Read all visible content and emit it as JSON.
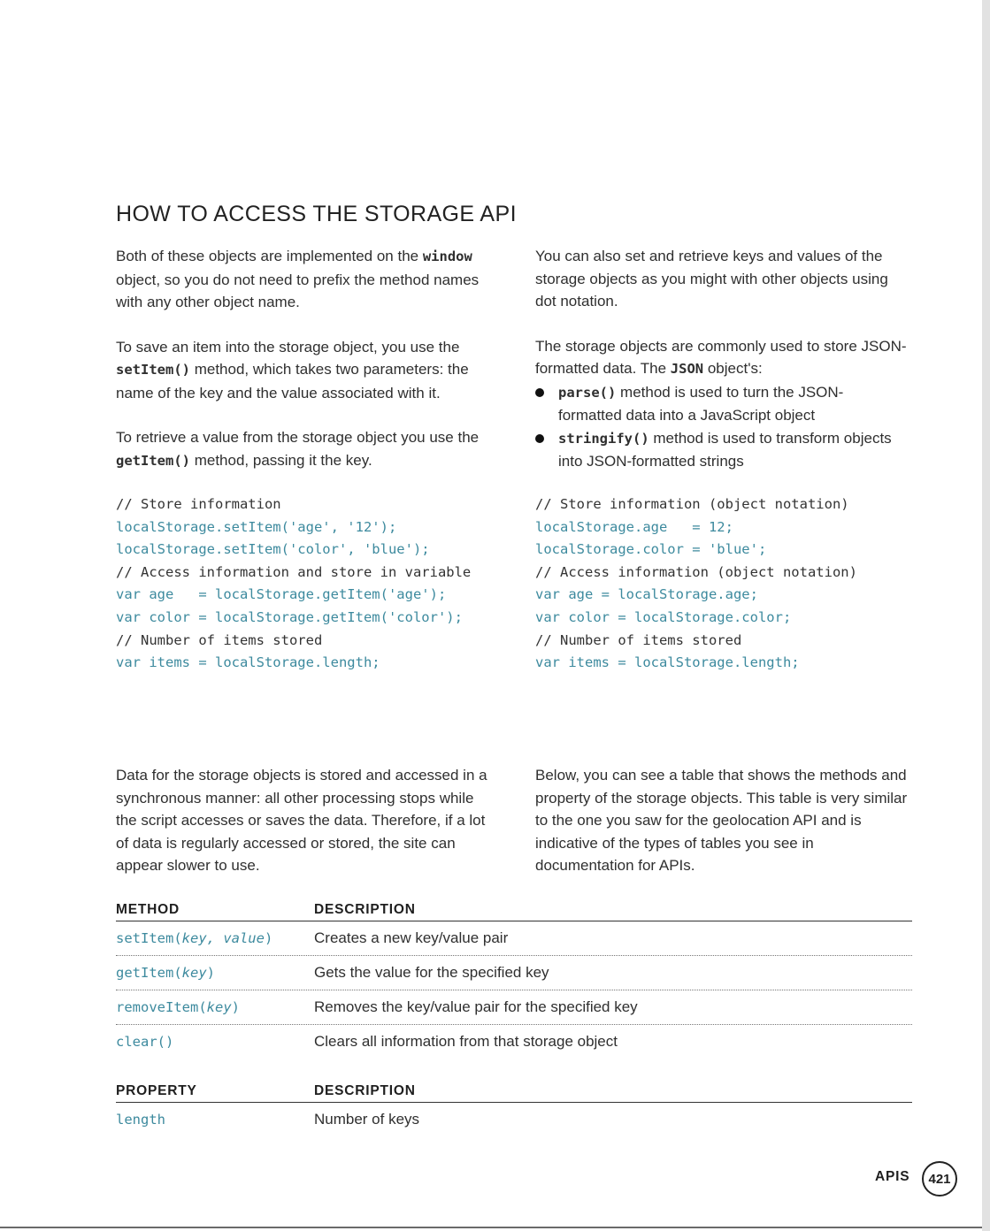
{
  "title": "HOW TO ACCESS THE STORAGE API",
  "left": {
    "p1": {
      "a": "Both of these objects are implemented on the ",
      "code": "window",
      "b": " object, so you do not need to prefix the method names with any other object name."
    },
    "p2": {
      "a": "To save an item into the storage object, you use the ",
      "code": "setItem()",
      "b": " method, which takes two parameters: the name of the key and the value associated with it."
    },
    "p3": {
      "a": "To retrieve a value from the storage object you use the ",
      "code": "getItem()",
      "b": " method, passing it the key."
    },
    "code": {
      "l1": "// Store information",
      "l2": "localStorage.setItem('age', '12');",
      "l3": "localStorage.setItem('color', 'blue');",
      "l4": "// Access information and store in variable",
      "l5": "var age   = localStorage.getItem('age');",
      "l6": "var color = localStorage.getItem('color');",
      "l7": "// Number of items stored",
      "l8": "var items = localStorage.length;"
    },
    "p4": "Data for the storage objects is stored and accessed in a synchronous manner: all other processing stops while the script accesses or saves the data. Therefore, if a lot of data is regularly accessed or stored, the site can appear slower to use."
  },
  "right": {
    "p1": "You can also set and retrieve keys and values of the storage objects as you might with other objects using dot notation.",
    "p2": {
      "a": "The storage objects are commonly used to store JSON-formatted data. The ",
      "code": "JSON",
      "b": " object's:"
    },
    "bullets": [
      {
        "code": "parse()",
        "text": " method is used to turn the JSON-formatted data into a JavaScript object"
      },
      {
        "code": "stringify()",
        "text": " method is used to transform objects into JSON-formatted strings"
      }
    ],
    "code": {
      "l1": "// Store information (object notation)",
      "l2": "localStorage.age   = 12;",
      "l3": "localStorage.color = 'blue';",
      "l4": "// Access information (object notation)",
      "l5": "var age = localStorage.age;",
      "l6": "var color = localStorage.color;",
      "l7": "// Number of items stored",
      "l8": "var items = localStorage.length;"
    },
    "p3": "Below, you can see a table that shows the methods and property of the storage objects. This table is very similar to the one you saw for the geolocation API and is indicative of the types of tables you see in documentation for APIs."
  },
  "methods_table": {
    "headers": [
      "METHOD",
      "DESCRIPTION"
    ],
    "rows": [
      {
        "name": "setItem(",
        "args": "key, value",
        "close": ")",
        "desc": "Creates a new key/value pair"
      },
      {
        "name": "getItem(",
        "args": "key",
        "close": ")",
        "desc": "Gets the value for the specified key"
      },
      {
        "name": "removeItem(",
        "args": "key",
        "close": ")",
        "desc": "Removes the key/value pair for the specified key"
      },
      {
        "name": "clear()",
        "args": "",
        "close": "",
        "desc": "Clears all information from that storage object"
      }
    ]
  },
  "property_table": {
    "headers": [
      "PROPERTY",
      "DESCRIPTION"
    ],
    "rows": [
      {
        "name": "length",
        "desc": "Number of keys"
      }
    ]
  },
  "footer": {
    "section": "APIS",
    "page": "421"
  },
  "colors": {
    "code_keyword": "#3d8a9e",
    "text": "#2f2f2f"
  }
}
